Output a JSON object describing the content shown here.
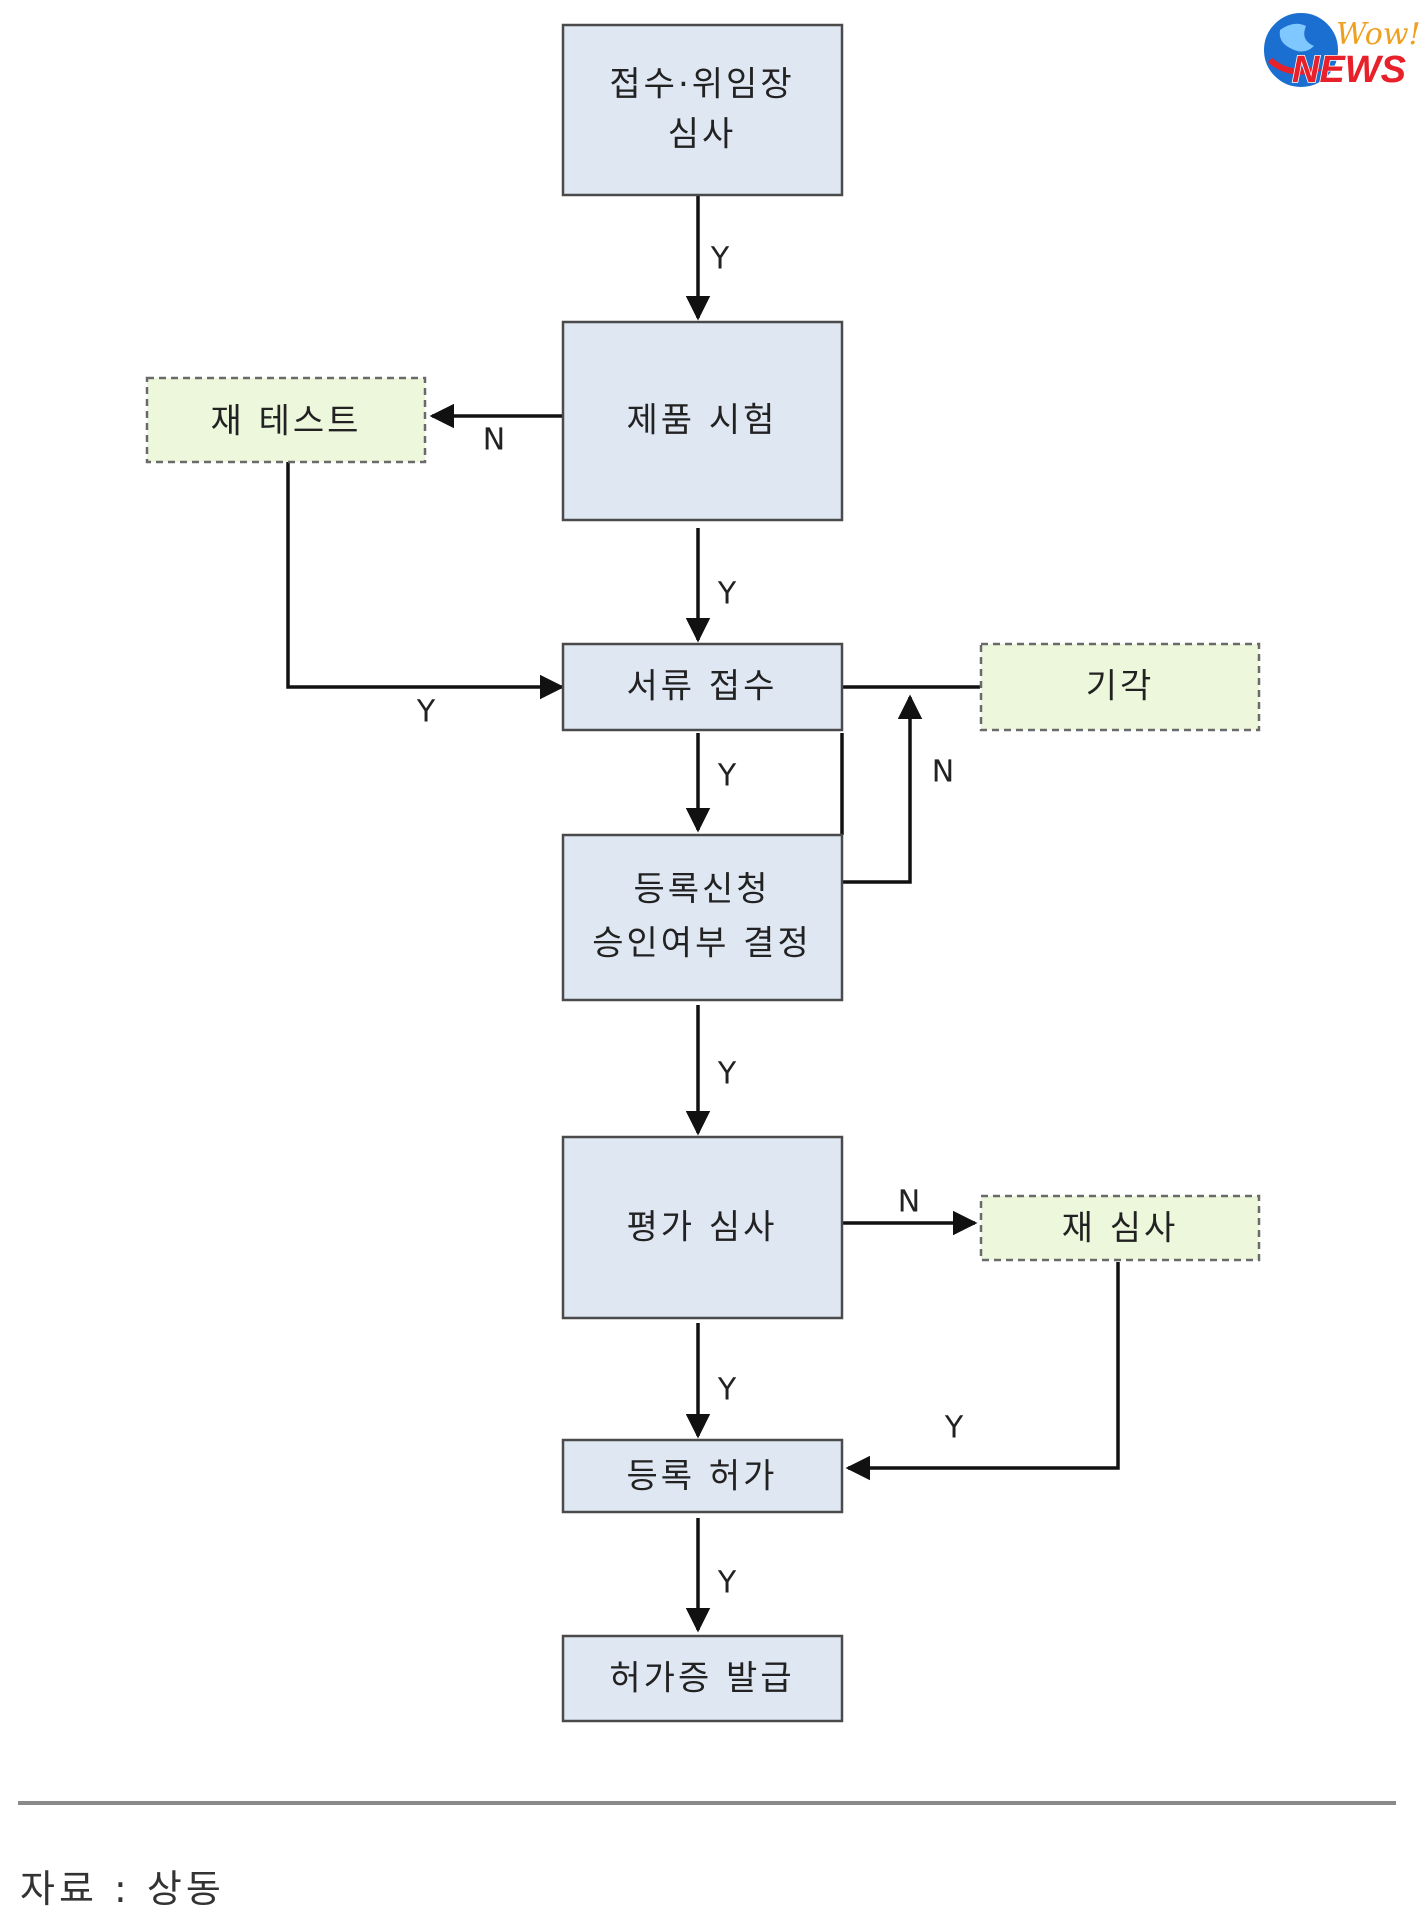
{
  "colors": {
    "process_fill": "#dfe7f3",
    "process_stroke": "#4a4a4a",
    "alt_fill": "#edf7dc",
    "alt_stroke": "#6a6a6a",
    "line": "#111111",
    "logo_globe": "#1a6fd0"
  },
  "logo": {
    "wow_text": "Wow!",
    "news_text": "NEWS",
    "icon": "globe-icon"
  },
  "nodes": {
    "reception": {
      "line1": "접수·위임장",
      "line2": "심사"
    },
    "product_test": {
      "label": "제품 시험"
    },
    "retest": {
      "label": "재 테스트"
    },
    "document_reception": {
      "label": "서류 접수"
    },
    "rejection": {
      "label": "기각"
    },
    "approval_decision": {
      "line1": "등록신청",
      "line2": "승인여부 결정"
    },
    "evaluation_review": {
      "label": "평가 심사"
    },
    "re_review": {
      "label": "재 심사"
    },
    "registration_permit": {
      "label": "등록 허가"
    },
    "permit_issuance": {
      "label": "허가증 발급"
    }
  },
  "edges": {
    "reception_to_product_test": "Y",
    "product_test_to_retest": "N",
    "product_test_to_document_reception": "Y",
    "retest_to_document_reception": "Y",
    "document_reception_to_approval_decision": "Y",
    "approval_decision_to_rejection": "N",
    "approval_decision_to_evaluation_review": "Y",
    "evaluation_review_to_re_review": "N",
    "evaluation_review_to_registration_permit": "Y",
    "re_review_to_registration_permit": "Y",
    "registration_permit_to_permit_issuance": "Y"
  },
  "footer": {
    "source": "자료 : 상동"
  }
}
